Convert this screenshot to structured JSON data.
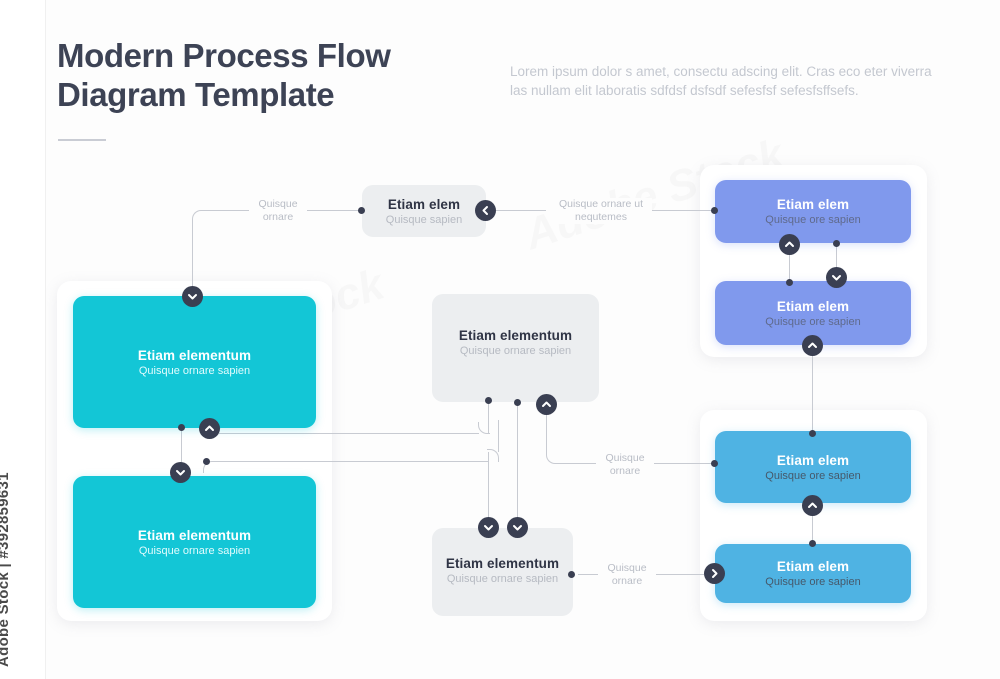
{
  "header": {
    "title": "Modern Process Flow Diagram Template",
    "subtitle": "Lorem ipsum dolor s amet, consectu adscing elit. Cras eco eter viverra las nullam elit laboratis sdfdsf dsfsdf sefesfsf sefesfsffsefs."
  },
  "watermark": {
    "text": "Adobe Stock | #392859631",
    "ghost": "Adobe Stock"
  },
  "colors": {
    "teal": "#13c6d6",
    "purple": "#8099ed",
    "blue": "#4fb3e3",
    "grey": "#eceef0",
    "dark": "#3a3f52",
    "line": "#c8cbd2",
    "title_text": "#3d4355",
    "muted_text": "#c4c8d0"
  },
  "nodes": {
    "top_center": {
      "title": "Etiam elem",
      "sub": "Quisque sapien",
      "color": "grey"
    },
    "teal_1": {
      "title": "Etiam elementum",
      "sub": "Quisque ornare sapien",
      "color": "teal"
    },
    "teal_2": {
      "title": "Etiam elementum",
      "sub": "Quisque ornare sapien",
      "color": "teal"
    },
    "grey_mid": {
      "title": "Etiam elementum",
      "sub": "Quisque ornare sapien",
      "color": "grey"
    },
    "grey_bottom": {
      "title": "Etiam elementum",
      "sub": "Quisque ornare sapien",
      "color": "grey"
    },
    "purple_1": {
      "title": "Etiam elem",
      "sub": "Quisque ore sapien",
      "color": "purple"
    },
    "purple_2": {
      "title": "Etiam elem",
      "sub": "Quisque ore sapien",
      "color": "purple"
    },
    "blue_1": {
      "title": "Etiam elem",
      "sub": "Quisque ore sapien",
      "color": "blue"
    },
    "blue_2": {
      "title": "Etiam elem",
      "sub": "Quisque ore sapien",
      "color": "blue"
    }
  },
  "edge_labels": {
    "top_left": "Quisque ornare",
    "top_right": "Quisque ornare ut nequtemes",
    "middle_right": "Quisque ornare",
    "bottom_right": "Quisque ornare"
  },
  "icons": {
    "chevron_down": "chevron-down-icon",
    "chevron_up": "chevron-up-icon",
    "chevron_left": "chevron-left-icon",
    "chevron_right": "chevron-right-icon"
  }
}
